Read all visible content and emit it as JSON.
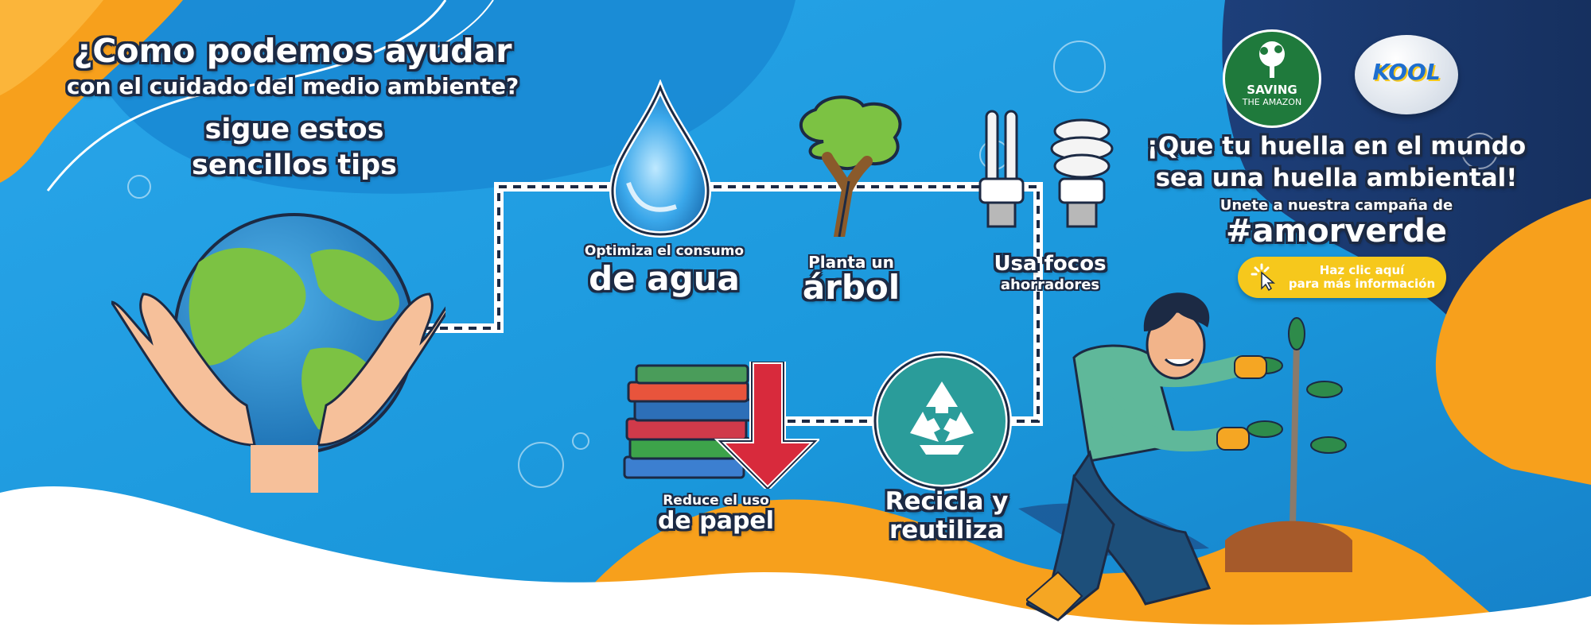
{
  "headline": {
    "line1": "¿Como podemos ayudar",
    "line2": "con el cuidado del medio ambiente?",
    "sub1": "sigue estos",
    "sub2": "sencillos tips"
  },
  "tips": {
    "water": {
      "small": "Optimiza el consumo",
      "big": "de agua",
      "icon": "water-drop-icon"
    },
    "tree": {
      "small": "Planta un",
      "big": "árbol",
      "icon": "tree-icon"
    },
    "bulbs": {
      "big": "Usa focos",
      "small": "ahorradores",
      "icon": "light-bulb-icon"
    },
    "paper": {
      "small": "Reduce el uso",
      "big": "de papel",
      "icon": "books-icon"
    },
    "recycle": {
      "big1": "Recicla y",
      "big2": "reutiliza",
      "icon": "recycle-icon"
    }
  },
  "logos": {
    "saving": {
      "line1": "SAVING",
      "line2": "THE AMAZON"
    },
    "kool": {
      "text": "KOOL"
    }
  },
  "campaign": {
    "line1": "¡Que tu huella en el mundo",
    "line2": "sea una huella ambiental!",
    "invite": "Unete a nuestra campaña de",
    "hashtag": "#amorverde",
    "cta_line1": "Haz clic aquí",
    "cta_line2": "para más información"
  },
  "colors": {
    "sky": "#1e9fe0",
    "orange": "#f7a01c",
    "navy": "#1c2a44",
    "green": "#2e8b4a",
    "yellow": "#f6c81c"
  }
}
